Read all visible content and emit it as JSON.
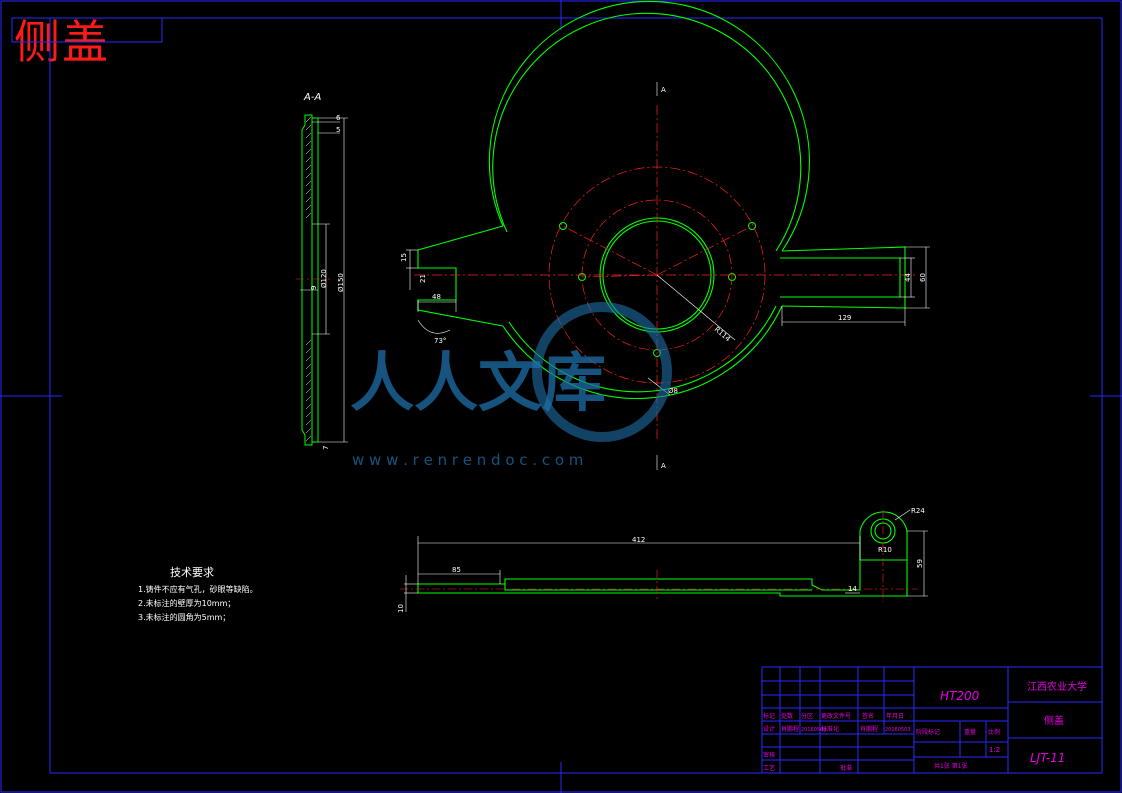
{
  "title": "侧盖",
  "section_label": "A-A",
  "section_marks": {
    "top": "A",
    "bottom": "A"
  },
  "watermark": {
    "text": "人人文库",
    "url": "w w w . r e n r e n d o c . c o m"
  },
  "dims": {
    "d6": "6",
    "d5": "5",
    "d150": "Ø150",
    "d120": "Ø120",
    "d9": "9",
    "d7": "7",
    "d15": "15",
    "d21": "21",
    "d48": "48",
    "a73": "73°",
    "r114": "R114",
    "r8": "Ø8",
    "d44": "44",
    "d60": "60",
    "d129": "129",
    "d412": "412",
    "d85": "85",
    "d10": "10",
    "d14": "14",
    "d59": "59",
    "r24": "R24",
    "r10": "R10"
  },
  "tech_req": {
    "heading": "技术要求",
    "items": [
      "1.铸件不应有气孔，砂眼等缺陷。",
      "2.未标注的壁厚为10mm；",
      "3.未标注的圆角为5mm；"
    ]
  },
  "title_block": {
    "material": "HT200",
    "school": "江西农业大学",
    "part_name": "侧盖",
    "drawing_no": "LJT-11",
    "scale": "1:2",
    "row_labels": [
      "标记",
      "处数",
      "分区",
      "更改文件号",
      "签名",
      "年月日"
    ],
    "design_row": [
      "设计",
      "肖鹏程",
      "20160503",
      "标准化",
      "肖鹏程",
      "20160503"
    ],
    "stage_labels": [
      "阶段标记",
      "重量",
      "比例"
    ],
    "review": "审核",
    "process": "工艺",
    "approve": "批准",
    "sheet": "共1张  第1张"
  },
  "colors": {
    "frame": "#2020ff",
    "outline": "#00ff00",
    "center": "#ff2020",
    "dim": "#ffffff",
    "block": "#e600e6"
  }
}
